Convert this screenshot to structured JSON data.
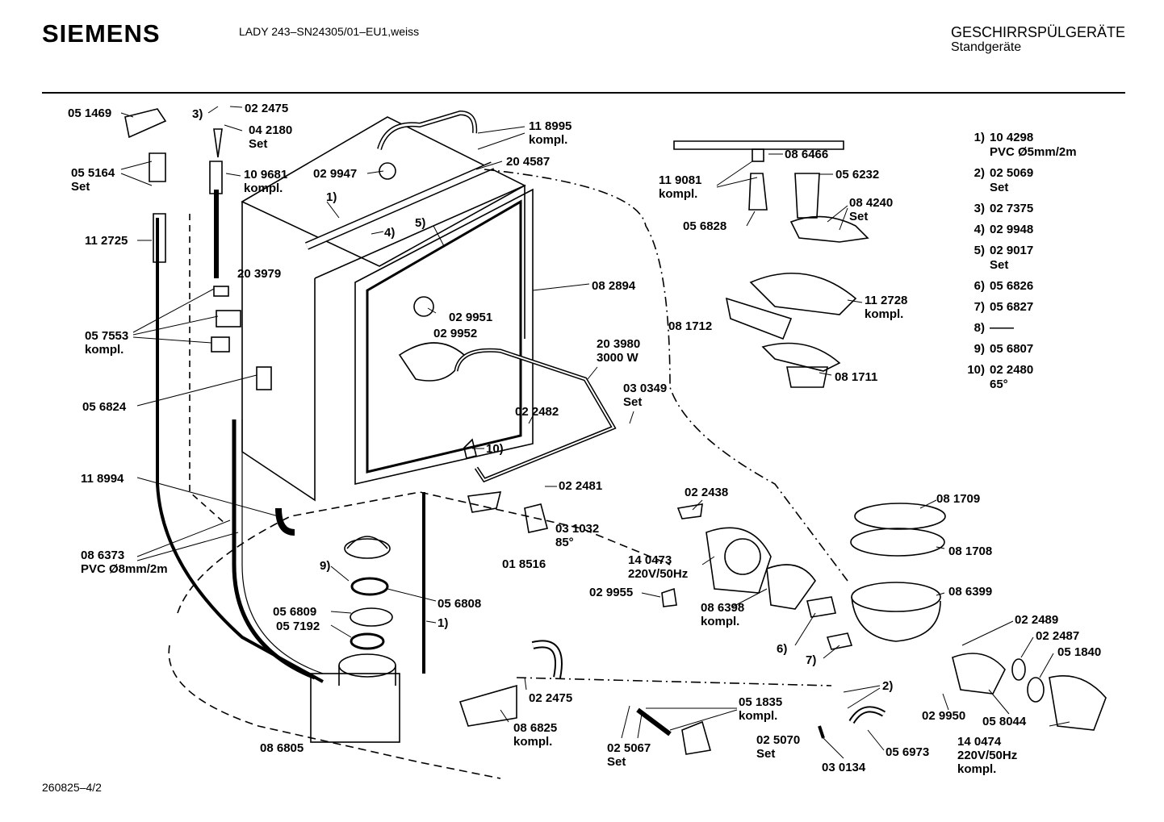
{
  "header": {
    "brand": "SIEMENS",
    "model": "LADY 243–SN24305/01–EU1,weiss",
    "category": "GESCHIRRSPÜLGERÄTE",
    "subcategory": "Standgeräte"
  },
  "footer": {
    "code": "260825–4/2"
  },
  "legend": [
    {
      "key": "1)",
      "value": "10 4298",
      "detail": "PVC Ø5mm/2m"
    },
    {
      "key": "2)",
      "value": "02 5069",
      "detail": "Set"
    },
    {
      "key": "3)",
      "value": "02 7375",
      "detail": ""
    },
    {
      "key": "4)",
      "value": "02 9948",
      "detail": ""
    },
    {
      "key": "5)",
      "value": "02 9017",
      "detail": "Set"
    },
    {
      "key": "6)",
      "value": "05 6826",
      "detail": ""
    },
    {
      "key": "7)",
      "value": "05 6827",
      "detail": ""
    },
    {
      "key": "8)",
      "value": "——",
      "detail": ""
    },
    {
      "key": "9)",
      "value": "05 6807",
      "detail": ""
    },
    {
      "key": "10)",
      "value": "02 2480",
      "detail": "65°"
    }
  ],
  "labels": {
    "l051469": "05 1469",
    "l3": "3)",
    "l022475a": "02 2475",
    "l042180": "04 2180\nSet",
    "l055164": "05 5164\nSet",
    "l109681": "10 9681\nkompl.",
    "l112725": "11 2725",
    "l029947": "02 9947",
    "l118995": "11 8995\nkompl.",
    "l204587": "20 4587",
    "l1a": "1)",
    "l4": "4)",
    "l5": "5)",
    "l203979": "20 3979",
    "l057553": "05 7553\nkompl.",
    "l029951": "02 9951",
    "l029952": "02 9952",
    "l082894": "08 2894",
    "l056824": "05 6824",
    "l203980": "20 3980\n3000 W",
    "l030349": "03 0349\nSet",
    "l022482": "02 2482",
    "l10": "10)",
    "l118994": "11 8994",
    "l022481": "02 2481",
    "l031032": "03 1032\n85°",
    "l018516": "01 8516",
    "l086373": "08 6373\nPVC Ø8mm/2m",
    "l9": "9)",
    "l056809": "05 6809",
    "l057192": "05 7192",
    "l056808": "05 6808",
    "l1b": "1)",
    "l022475b": "02 2475",
    "l086825": "08 6825\nkompl.",
    "l086805": "08 6805",
    "l025067": "02 5067\nSet",
    "l051835": "05 1835\nkompl.",
    "l025070": "02 5070\nSet",
    "l030134": "03 0134",
    "l056973": "05 6973",
    "l2": "2)",
    "l119081": "11 9081\nkompl.",
    "l086466": "08 6466",
    "l056232": "05 6232",
    "l084240": "08 4240\nSet",
    "l056828": "05 6828",
    "l112728": "11 2728\nkompl.",
    "l081712": "08 1712",
    "l081711": "08 1711",
    "l022438": "02 2438",
    "l140473": "14 0473\n220V/50Hz",
    "l029955": "02 9955",
    "l086398": "08 6398\nkompl.",
    "l6": "6)",
    "l7": "7)",
    "l081709": "08 1709",
    "l081708": "08 1708",
    "l086399": "08 6399",
    "l022489": "02 2489",
    "l022487": "02 2487",
    "l051840": "05 1840",
    "l029950": "02 9950",
    "l058044": "05 8044",
    "l140474": "14 0474\n220V/50Hz\nkompl."
  }
}
